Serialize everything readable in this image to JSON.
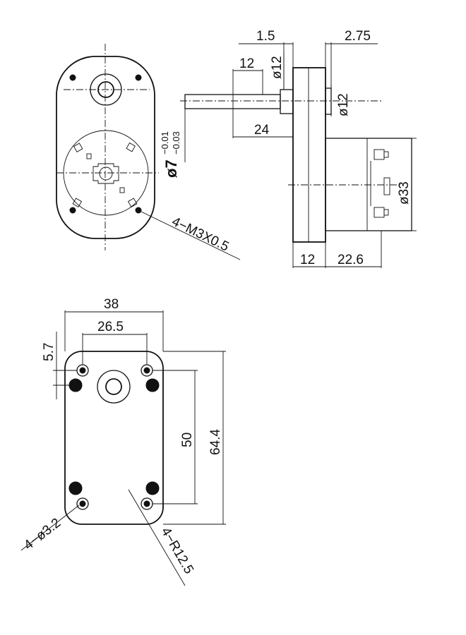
{
  "colors": {
    "line": "#111111",
    "background": "#ffffff"
  },
  "dims": {
    "d1_5": "1.5",
    "d2_75": "2.75",
    "d12_shaft": "12",
    "phi12_top": "ø12",
    "phi12_side": "ø12",
    "d24": "24",
    "phi7": "ø7",
    "tol_up": "−0.01",
    "tol_low": "−0.03",
    "phi33": "ø33",
    "d12_bottom": "12",
    "d22_6": "22.6",
    "m3": "4−M3X0.5",
    "d38": "38",
    "d26_5": "26.5",
    "d5_7": "5.7",
    "d50": "50",
    "d64_4": "64.4",
    "phi3_2": "4−ø3.2",
    "r12_5": "4−R12.5"
  }
}
